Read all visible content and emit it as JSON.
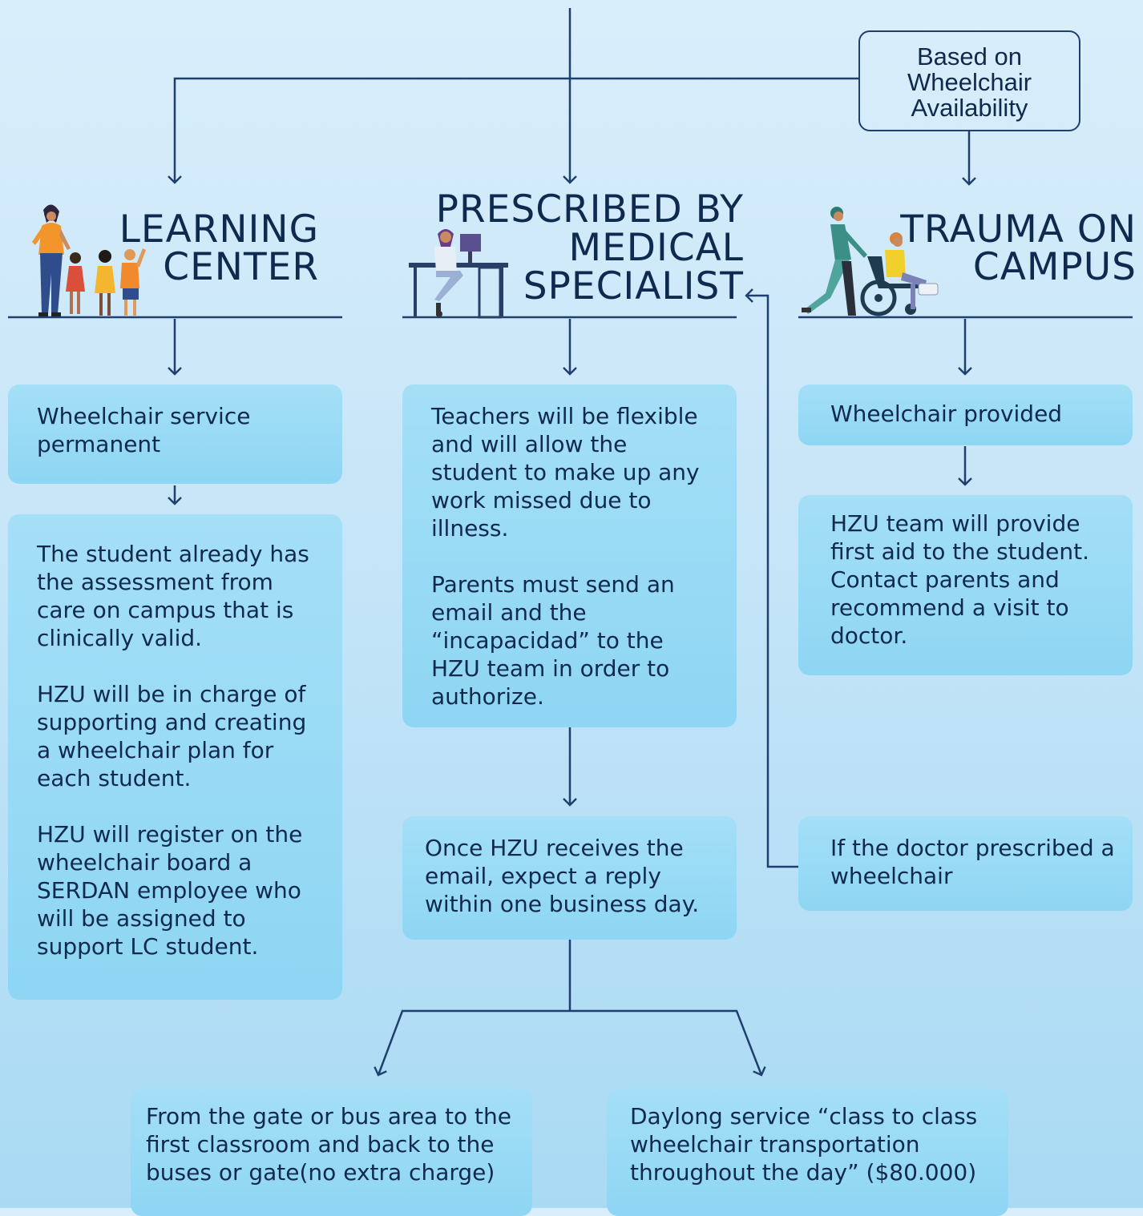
{
  "top_label": [
    "Based on",
    "Wheelchair",
    "Availability"
  ],
  "columns": {
    "learning_center": {
      "title": [
        "LEARNING",
        "CENTER"
      ],
      "boxes": [
        [
          "Wheelchair service permanent"
        ],
        [
          "The student already has the assessment from care on campus that is clinically valid.",
          "HZU will be in charge of supporting and creating a wheelchair plan for each student.",
          "HZU will register on the wheelchair board a SERDAN employee who will be assigned to support LC student."
        ]
      ]
    },
    "prescribed": {
      "title": [
        "PRESCRIBED BY",
        "MEDICAL",
        "SPECIALIST"
      ],
      "boxes": [
        [
          "Teachers will be flexible and will allow the student to make up any work missed due to illness.",
          "Parents must send an email and the “incapacidad” to the HZU team in order to authorize."
        ],
        [
          "Once HZU receives the email,  expect a reply within one business day."
        ]
      ]
    },
    "trauma": {
      "title": [
        "TRAUMA ON",
        "CAMPUS"
      ],
      "boxes": [
        [
          "Wheelchair provided"
        ],
        [
          "HZU team will provide first aid to the student. Contact parents and recommend a visit to doctor."
        ],
        [
          "If the doctor prescribed a wheelchair"
        ]
      ]
    }
  },
  "bottom": {
    "left": "From the gate or bus area to the first classroom and back to the buses or gate(no extra charge)",
    "right": "Daylong service “class to class wheelchair transportation throughout the day” ($80.000)"
  }
}
